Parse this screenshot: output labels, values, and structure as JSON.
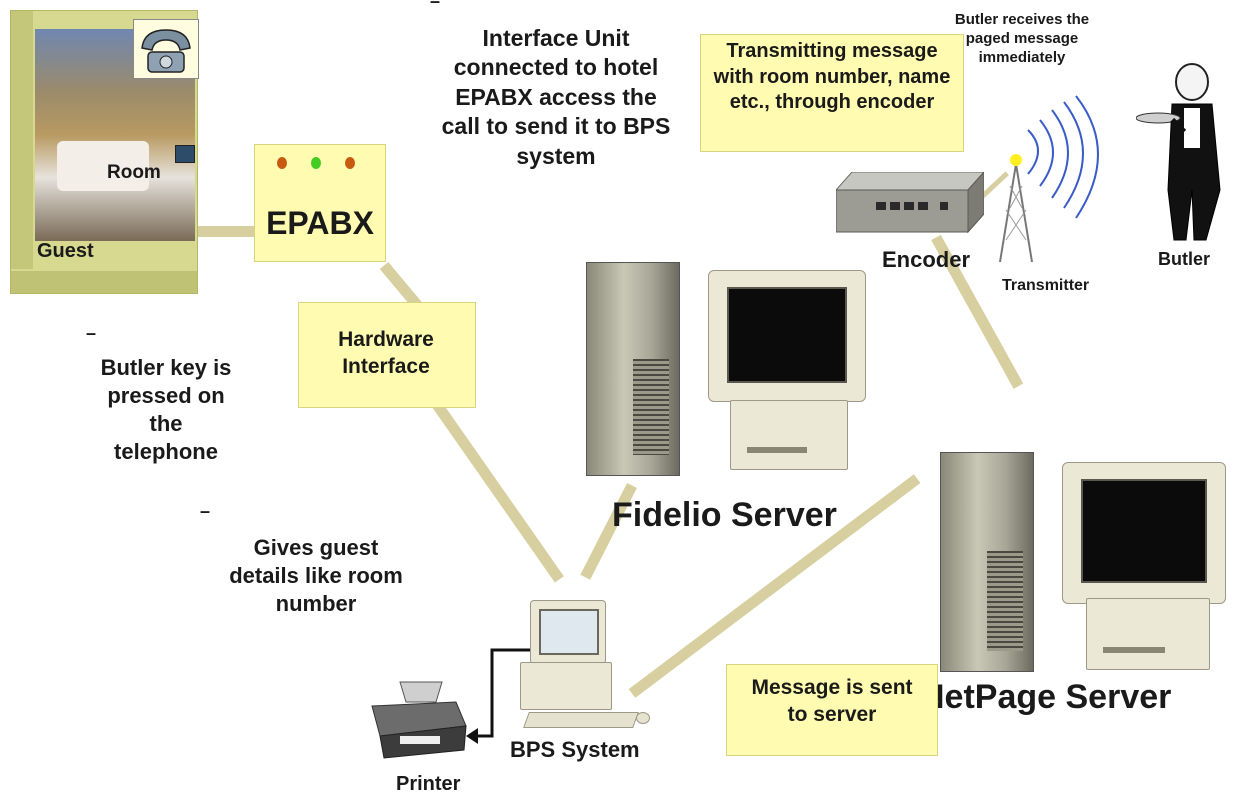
{
  "labels": {
    "room": "Room",
    "guest": "Guest",
    "epabx": "EPABX",
    "hardware_interface": "Hardware Interface",
    "interface_unit": "Interface Unit connected to hotel EPABX access the call to send it to BPS system",
    "transmitting_message": "Transmitting message with room number, name etc., through encoder",
    "butler_receives": "Butler receives the paged message immediately",
    "encoder": "Encoder",
    "transmitter": "Transmitter",
    "butler": "Butler",
    "butler_key": "Butler key is pressed on the telephone",
    "gives_guest": "Gives guest details like room number",
    "fidelio_server": "Fidelio Server",
    "netpage_server": "NetPage Server",
    "bps_system": "BPS System",
    "printer": "Printer",
    "message_sent": "Message is sent to server",
    "dash": "–"
  },
  "colors": {
    "connector": "#d8cfa0",
    "room_box": "#d6d98f",
    "callout": "#fffbb0",
    "led_left": "#c85a10",
    "led_mid": "#44cc22",
    "led_right": "#c85a10"
  },
  "icons": [
    "telephone-icon",
    "hotel-room-photo",
    "encoder-device",
    "transmitter-tower",
    "butler-figure",
    "server-tower",
    "crt-monitor",
    "desktop-pc",
    "printer-device"
  ]
}
